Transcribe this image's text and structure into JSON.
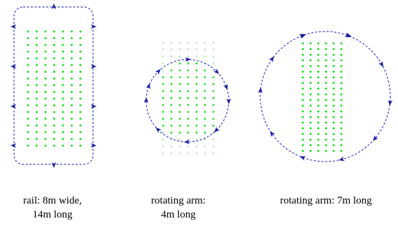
{
  "panels": [
    {
      "id": "rail",
      "caption_lines": [
        "rail: 8m wide,",
        "14m long"
      ]
    },
    {
      "id": "arm4",
      "caption_lines": [
        "rotating arm:",
        "4m long"
      ]
    },
    {
      "id": "arm7",
      "caption_lines": [
        "rotating arm: 7m long"
      ]
    }
  ],
  "colors": {
    "path": "#3a3ad0",
    "arrow": "#1a1aa8",
    "active_dot": "#22dd22",
    "faint_dot": "#bfe8bf"
  },
  "icons": {
    "arrow": "arrowhead-icon"
  }
}
